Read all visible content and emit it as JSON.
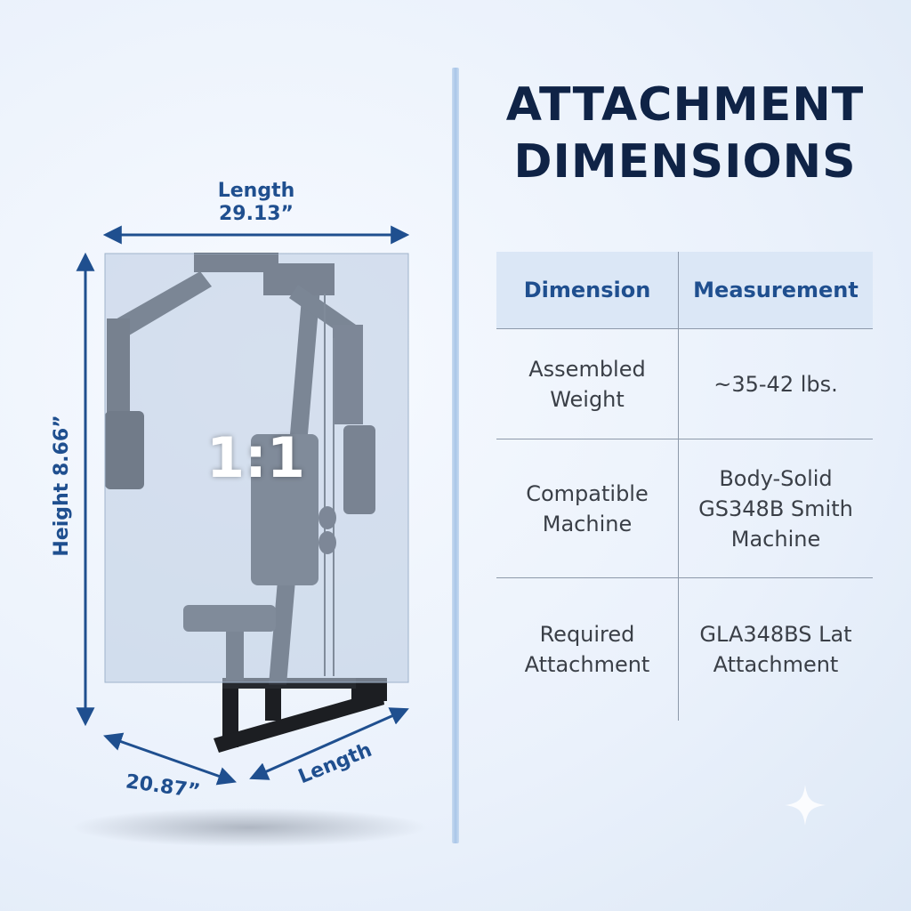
{
  "header": {
    "title_line1": "ATTACHMENT",
    "title_line2": "DIMENSIONS"
  },
  "diagram": {
    "top_length_label": "Length",
    "top_length_value": "29.13”",
    "height_label": "Height 8.66”",
    "bottom_left_value": "20.87”",
    "bottom_right_label": "Length",
    "ratio_badge": "1:1",
    "machine_icon": "pec-deck-machine-icon"
  },
  "table": {
    "headers": [
      "Dimension",
      "Measurement"
    ],
    "rows": [
      {
        "dimension": [
          "Assembled",
          "Weight"
        ],
        "measurement": [
          "~35-42 lbs."
        ]
      },
      {
        "dimension": [
          "Compatible",
          "Machine"
        ],
        "measurement": [
          "Body-Solid",
          "GS348B Smith",
          "Machine"
        ]
      },
      {
        "dimension": [
          "Required",
          "Attachment"
        ],
        "measurement": [
          "GLA348BS Lat",
          "Attachment"
        ]
      }
    ]
  },
  "colors": {
    "accent": "#1f4f8f",
    "title": "#0f2346",
    "header_bg": "#dbe7f6",
    "text": "#3a3f47"
  },
  "decor": {
    "sparkle_icon": "sparkle-icon"
  }
}
